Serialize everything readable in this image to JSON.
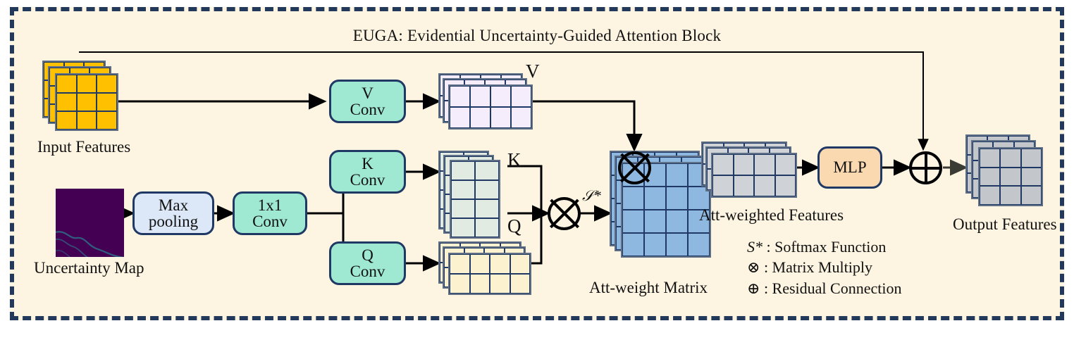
{
  "block": {
    "title": "EUGA: Evidential Uncertainty-Guided Attention Block",
    "background_color": "#fdf5e2",
    "border_color": "#23395b"
  },
  "nodes": {
    "input_features": {
      "label": "Input Features",
      "color": "#ffc000",
      "grid": "3x3",
      "layers": 3
    },
    "uncertainty_map": {
      "label": "Uncertainty Map",
      "color": "#440154"
    },
    "max_pooling": {
      "label_line1": "Max",
      "label_line2": "pooling",
      "color": "#dce8f8"
    },
    "conv_1x1": {
      "label_line1": "1x1",
      "label_line2": "Conv",
      "color": "#9fe8d2"
    },
    "v_conv": {
      "label_line1": "V",
      "label_line2": "Conv",
      "color": "#9fe8d2"
    },
    "k_conv": {
      "label_line1": "K",
      "label_line2": "Conv",
      "color": "#9fe8d2"
    },
    "q_conv": {
      "label_line1": "Q",
      "label_line2": "Conv",
      "color": "#9fe8d2"
    },
    "v_tensor": {
      "tag": "V",
      "color": "#f5edfb",
      "grid": "4x2",
      "layers": 3
    },
    "k_tensor": {
      "tag": "K",
      "color": "#e1ebe1",
      "grid": "2x4",
      "layers": 3
    },
    "q_tensor": {
      "tag": "Q",
      "color": "#fcf2d0",
      "grid": "4x2",
      "layers": 3
    },
    "att_weight_matrix": {
      "label": "Att-weight Matrix",
      "color": "#8fb8e0",
      "grid": "4x4",
      "layers": 3
    },
    "att_weighted_features": {
      "label": "Att-weighted Features",
      "color": "#cfd3d8",
      "grid": "4x2",
      "layers": 3
    },
    "mlp": {
      "label": "MLP",
      "color": "#fad9b0"
    },
    "output_features": {
      "label": "Output Features",
      "color": "#c3c6cb",
      "grid": "3x3",
      "layers": 3
    }
  },
  "operators": {
    "matmul_kq": {
      "symbol": "⊗"
    },
    "matmul_av": {
      "symbol": "⊗"
    },
    "residual_add": {
      "symbol": "⊕"
    },
    "softmax_label": "𝒮*"
  },
  "legend": [
    {
      "symbol": "S*",
      "text": ": Softmax Function"
    },
    {
      "symbol": "⊗",
      "text": ": Matrix Multiply"
    },
    {
      "symbol": "⊕",
      "text": ": Residual Connection"
    }
  ]
}
